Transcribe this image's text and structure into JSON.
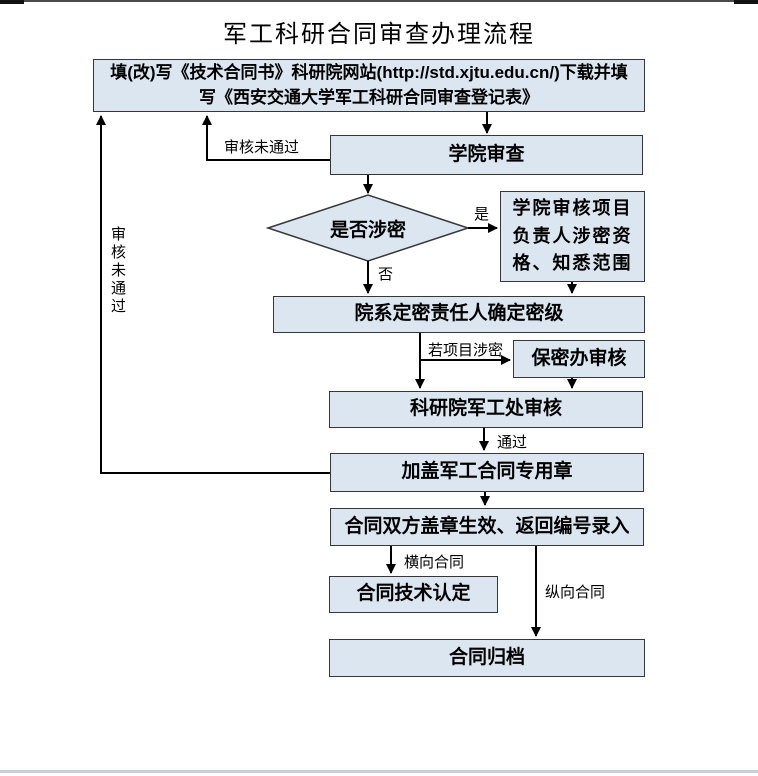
{
  "title": "军工科研合同审查办理流程",
  "nodes": {
    "fill_form": {
      "label": "填(改)写《技术合同书》科研院网站(http://std.xjtu.edu.cn/)下载并填写《西安交通大学军工科研合同审查登记表》"
    },
    "college_review": {
      "label": "学院审查"
    },
    "secrecy_decision": {
      "label": "是否涉密"
    },
    "college_check": {
      "label": "学院审核项目负责人涉密资格、知悉范围"
    },
    "dept_classify": {
      "label": "院系定密责任人确定密级"
    },
    "security_office_review": {
      "label": "保密办审核"
    },
    "military_office_review": {
      "label": "科研院军工处审核"
    },
    "stamp_seal": {
      "label": "加盖军工合同专用章"
    },
    "contract_effective": {
      "label": "合同双方盖章生效、返回编号录入"
    },
    "tech_confirmation": {
      "label": "合同技术认定"
    },
    "archive": {
      "label": "合同归档"
    }
  },
  "edge_labels": {
    "review_failed_top": "审核未通过",
    "review_failed_left": "审核未通过",
    "yes": "是",
    "no": "否",
    "if_classified": "若项目涉密",
    "passed": "通过",
    "horizontal_contract": "横向合同",
    "vertical_contract": "纵向合同"
  },
  "colors": {
    "node_fill": "#dce6f1",
    "node_border": "#373737",
    "arrow": "#000000"
  }
}
